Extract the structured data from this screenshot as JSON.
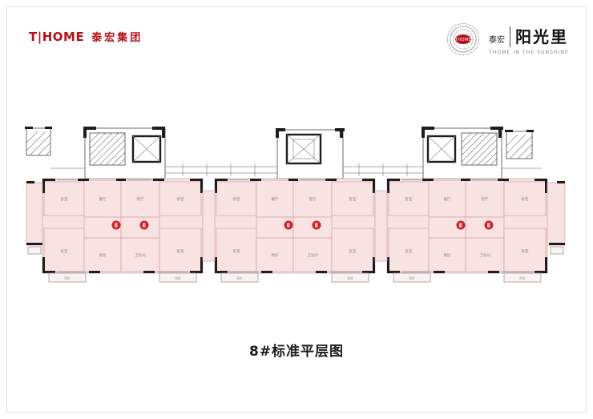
{
  "colors": {
    "brand_red": "#b5121b",
    "badge_red": "#d02027",
    "room_fill": "#f8e2e2",
    "room_stroke": "#d2a3a3",
    "wall": "#1d1d1d"
  },
  "header": {
    "left_logo": {
      "mark": "T|HOME",
      "company": "泰宏集团"
    },
    "right_logo": {
      "emblem_text": "THOME",
      "name_small": "泰宏",
      "name_large": "阳光里",
      "tagline": "THOME IN THE SUNSHINE"
    }
  },
  "plan": {
    "elevator_label": "E",
    "room_labels": {
      "bedroom": "卧室",
      "living": "客厅",
      "dining": "餐厅",
      "kitchen": "厨房",
      "bath": "卫生间",
      "balcony": "阳台"
    }
  },
  "caption": "8#标准平层图"
}
